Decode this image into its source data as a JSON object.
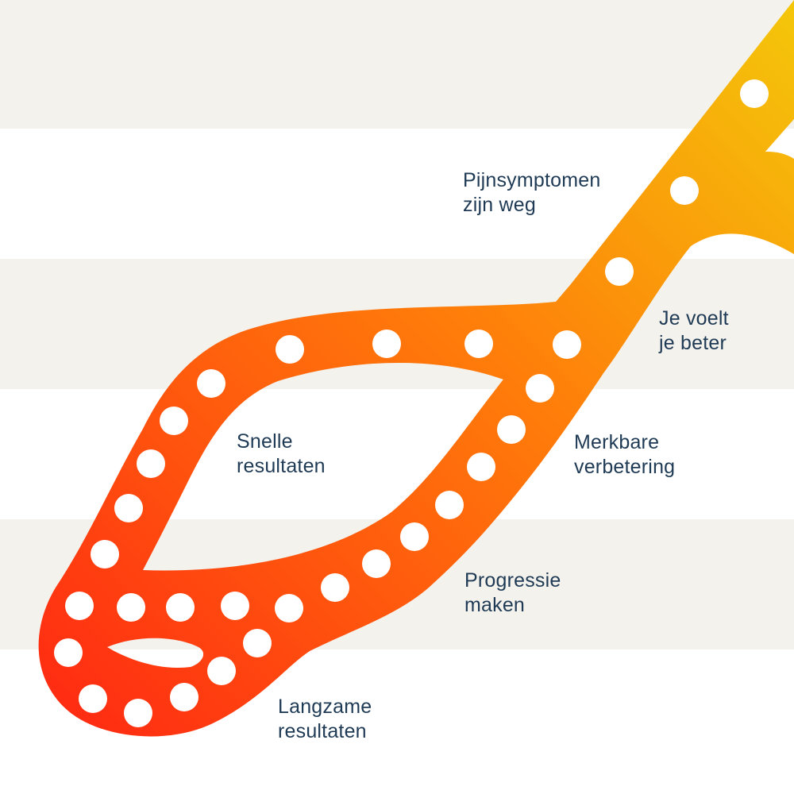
{
  "colors": {
    "background": "#ffffff",
    "band": "#f3f2ed",
    "text": "#1f3a55",
    "dot": "#ffffff",
    "gradient_start": "#ff2a12",
    "gradient_mid": "#ff7d0a",
    "gradient_end": "#f4c70a"
  },
  "labels": {
    "pijnsymptomen": {
      "line1": "Pijnsymptomen",
      "line2": "zijn weg"
    },
    "voelt_beter": {
      "line1": "Je voelt",
      "line2": "je beter"
    },
    "snelle": {
      "line1": "Snelle",
      "line2": "resultaten"
    },
    "merkbare": {
      "line1": "Merkbare",
      "line2": "verbetering"
    },
    "progressie": {
      "line1": "Progressie",
      "line2": "maken"
    },
    "langzame": {
      "line1": "Langzame",
      "line2": "resultaten"
    }
  },
  "icons": {
    "path": "gradient-road-path-icon",
    "dot": "dot-marker-icon"
  }
}
